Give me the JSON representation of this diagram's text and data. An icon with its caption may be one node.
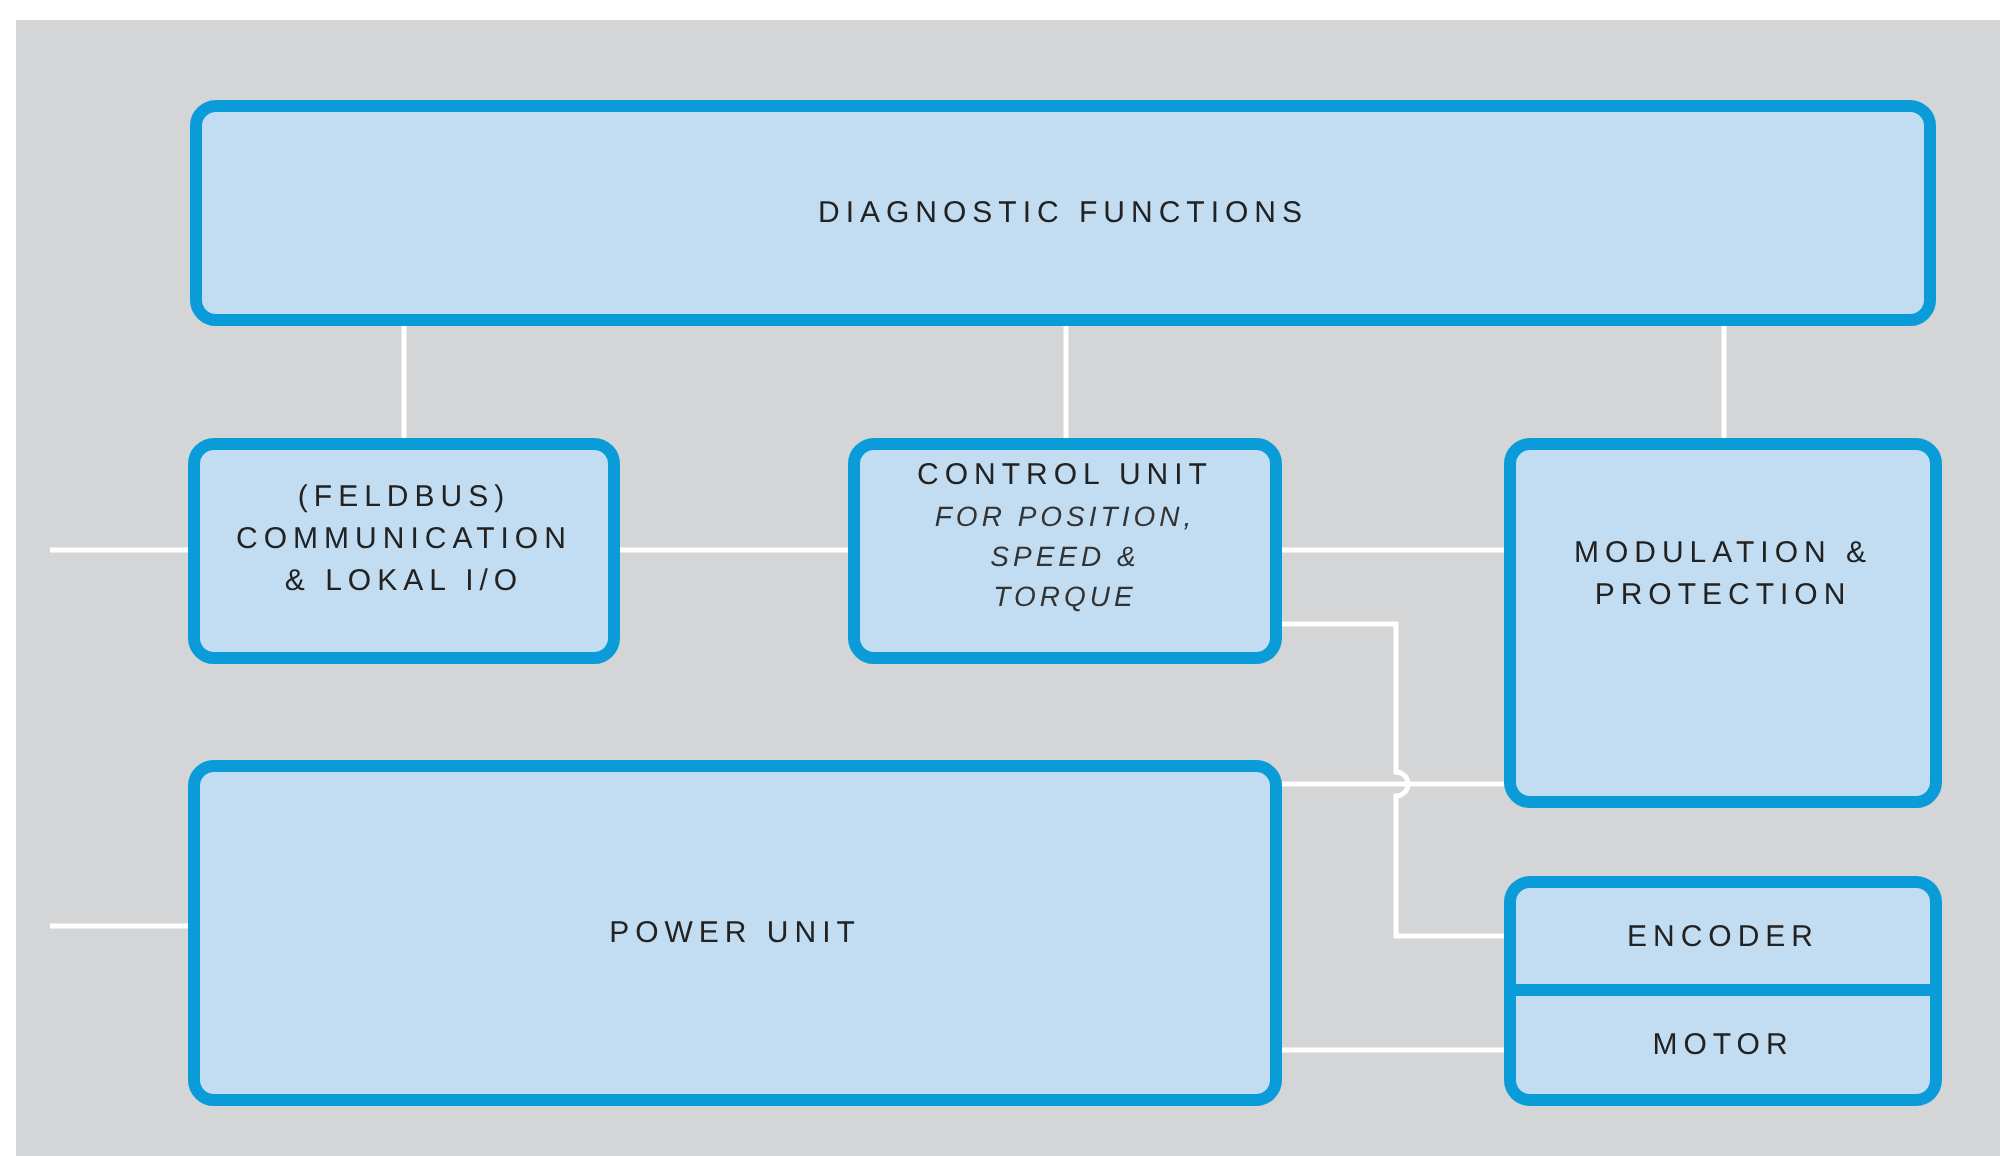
{
  "diagram": {
    "nodes": [
      {
        "text": [
          "DIAGNOSTIC FUNCTIONS"
        ]
      },
      {
        "text": [
          "(FELDBUS) COMMUNICATION & LOKAL I/O"
        ]
      },
      {
        "text": [
          "CONTROL UNIT",
          "FOR POSITION, SPEED & TORQUE"
        ]
      },
      {
        "text": [
          "MODULATION & PROTECTION"
        ]
      },
      {
        "text": [
          "POWER UNIT"
        ]
      },
      {
        "text": [
          "ENCODER"
        ]
      },
      {
        "text": [
          "MOTOR"
        ]
      }
    ],
    "edges": [
      {
        "from": 0,
        "to": 1,
        "arrow": "none"
      },
      {
        "from": 0,
        "to": 2,
        "arrow": "none"
      },
      {
        "from": 0,
        "to": 3,
        "arrow": "none"
      },
      {
        "from": null,
        "to": 1,
        "arrow": "none"
      },
      {
        "from": 1,
        "to": 2,
        "arrow": "none"
      },
      {
        "from": 2,
        "to": 3,
        "arrow": "none"
      },
      {
        "from": 2,
        "to": 5,
        "arrow": "none"
      },
      {
        "from": 4,
        "to": 3,
        "arrow": "none"
      },
      {
        "from": null,
        "to": 4,
        "arrow": "none"
      },
      {
        "from": 4,
        "to": 6,
        "arrow": "none"
      }
    ]
  }
}
